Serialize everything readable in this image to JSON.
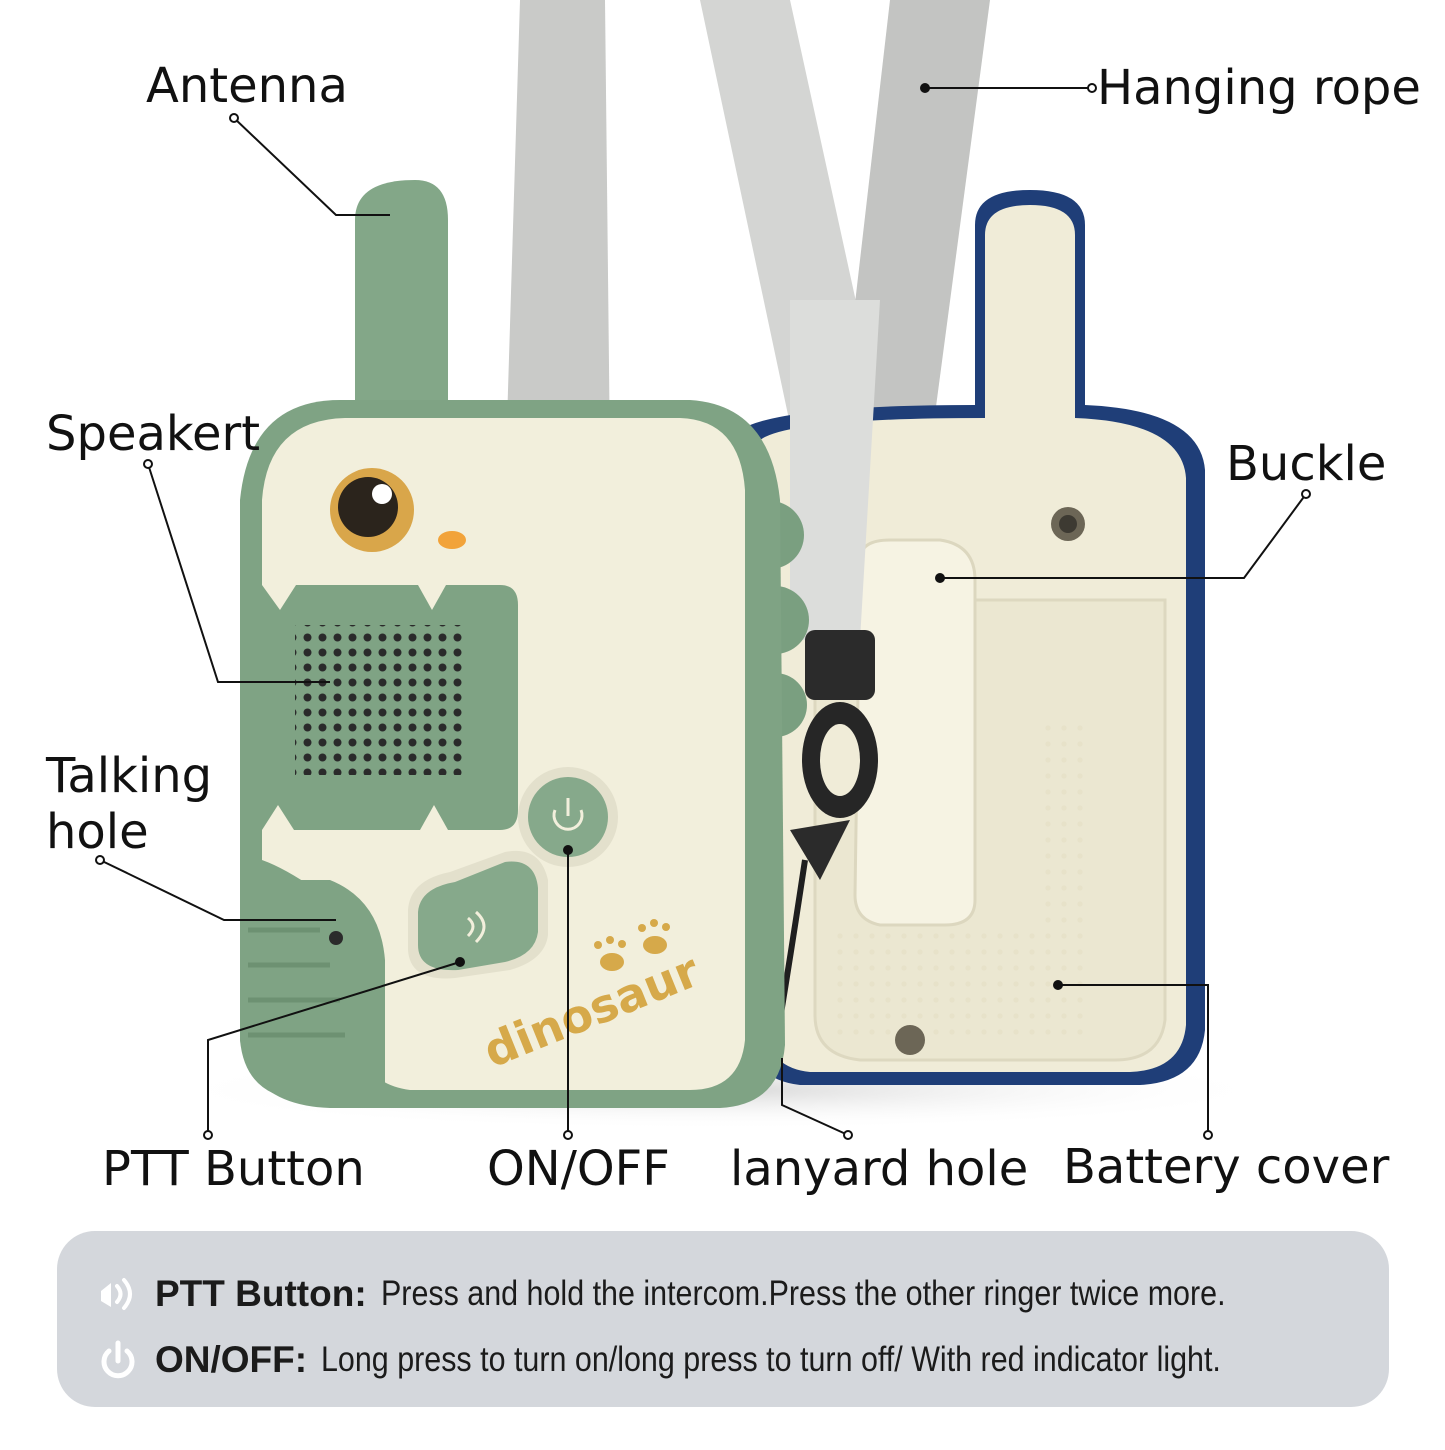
{
  "callouts": {
    "antenna": "Antenna",
    "hanging_rope": "Hanging rope",
    "speaker": "Speakert",
    "buckle": "Buckle",
    "talking_hole_line1": "Talking",
    "talking_hole_line2": "hole",
    "ptt_button": "PTT Button",
    "on_off": "ON/OFF",
    "lanyard_hole": "lanyard hole",
    "battery_cover": "Battery cover"
  },
  "product": {
    "brand_text": "dinosaur"
  },
  "info_panel": {
    "rows": [
      {
        "icon": "speaker-sound-icon",
        "term": "PTT Button:",
        "description": "Press and hold the intercom.Press the other ringer twice more."
      },
      {
        "icon": "power-icon",
        "term": "ON/OFF:",
        "description": "Long press to turn on/long press to turn off/ With red indicator light."
      }
    ]
  },
  "colors": {
    "device_green": "#7fa384",
    "device_cream": "#f2efdc",
    "device_navy": "#1f3e78",
    "strap_gray": "#d2d3d1",
    "panel_bg": "#d4d7dc"
  }
}
